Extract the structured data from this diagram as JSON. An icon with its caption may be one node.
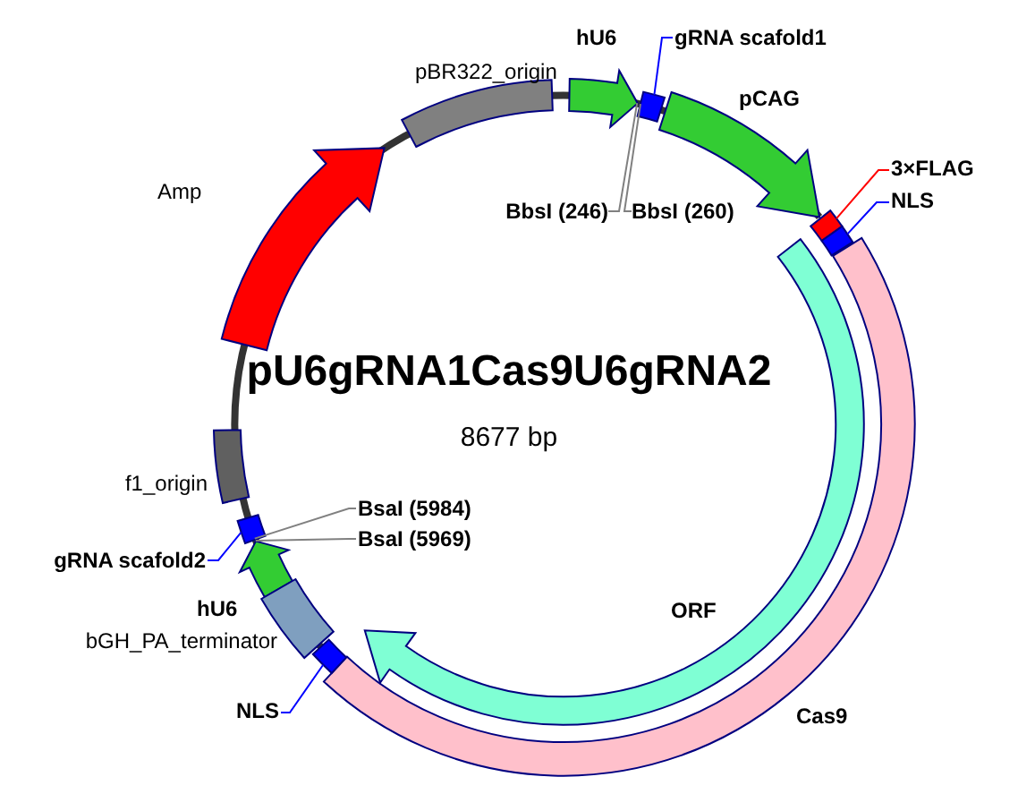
{
  "diagram": {
    "title": "pU6gRNA1Cas9U6gRNA2",
    "nodes": [
      {
        "text": [
          "pBR322_origin"
        ]
      },
      {
        "text": [
          "hU6"
        ]
      },
      {
        "text": [
          "gRNA scafold1"
        ]
      },
      {
        "text": [],
        "shape": "box"
      },
      {
        "text": [
          "pCAG"
        ]
      },
      {
        "text": [
          "BbsI (246)"
        ]
      },
      {
        "text": [
          "BbsI (260)"
        ]
      },
      {
        "text": [
          "3×FLAG"
        ]
      },
      {
        "text": [],
        "shape": "box"
      },
      {
        "text": [
          "NLS"
        ]
      },
      {
        "text": [],
        "shape": "box"
      },
      {
        "text": [
          "Cas9"
        ]
      },
      {
        "text": [
          "ORF"
        ]
      },
      {
        "text": [
          "Amp"
        ]
      },
      {
        "text": [
          "f1_origin"
        ]
      },
      {
        "text": [
          "BsaI (5984)"
        ]
      },
      {
        "text": [
          "BsaI (5969)"
        ]
      },
      {
        "text": [
          "gRNA scafold2"
        ]
      },
      {
        "text": [],
        "shape": "box"
      },
      {
        "text": [
          "hU6"
        ]
      },
      {
        "text": [
          "bGH_PA_terminator"
        ]
      },
      {
        "text": [
          "NLS"
        ]
      },
      {
        "text": [],
        "shape": "box"
      }
    ],
    "edges": [
      {
        "from": 2,
        "to": 3,
        "arrow": "none",
        "color": "#0000ff"
      },
      {
        "from": 5,
        "to": 3,
        "arrow": "none",
        "color": "#808080"
      },
      {
        "from": 6,
        "to": 3,
        "arrow": "none",
        "color": "#808080"
      },
      {
        "from": 7,
        "to": 8,
        "arrow": "none",
        "color": "#ff0000"
      },
      {
        "from": 9,
        "to": 10,
        "arrow": "none",
        "color": "#0000ff"
      },
      {
        "from": 15,
        "to": 18,
        "arrow": "none",
        "color": "#808080"
      },
      {
        "from": 16,
        "to": 18,
        "arrow": "none",
        "color": "#808080"
      },
      {
        "from": 17,
        "to": 18,
        "arrow": "none",
        "color": "#0000ff"
      },
      {
        "from": 21,
        "to": 22,
        "arrow": "none",
        "color": "#0000ff"
      }
    ],
    "labels": [
      "8677 bp"
    ]
  }
}
